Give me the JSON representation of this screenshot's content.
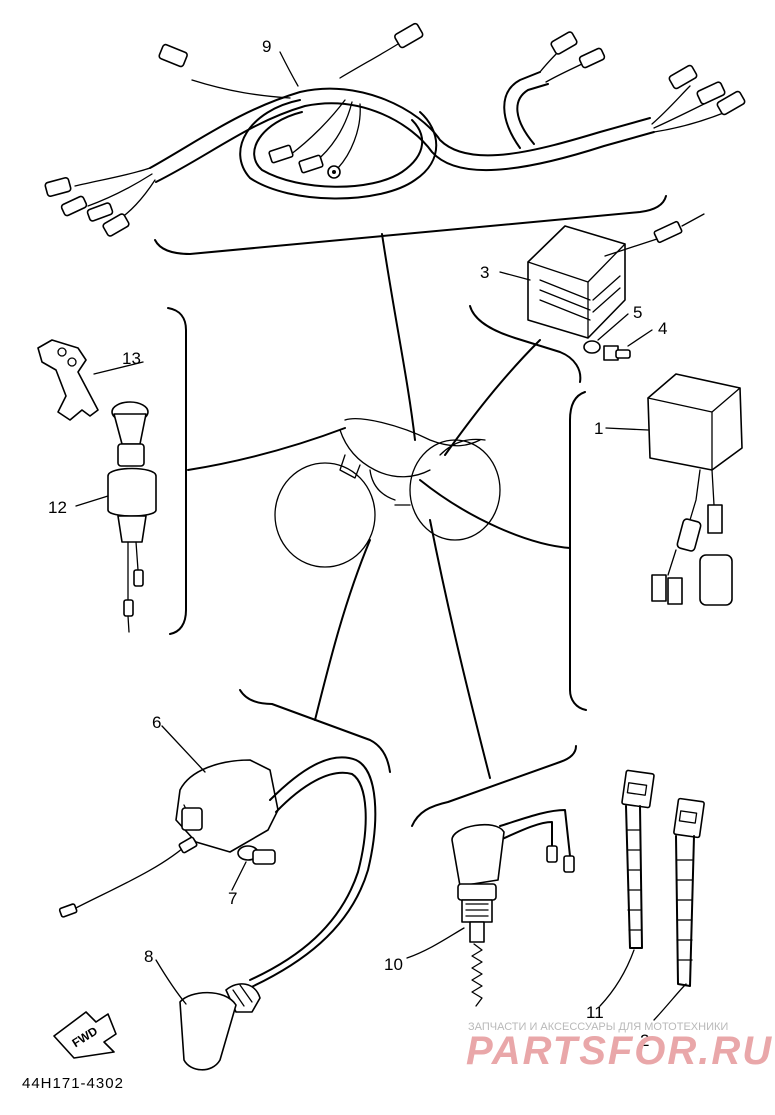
{
  "diagram": {
    "callouts": [
      {
        "id": "callout-1",
        "text": "1"
      },
      {
        "id": "callout-2",
        "text": "2"
      },
      {
        "id": "callout-3",
        "text": "3"
      },
      {
        "id": "callout-4",
        "text": "4"
      },
      {
        "id": "callout-5",
        "text": "5"
      },
      {
        "id": "callout-6",
        "text": "6"
      },
      {
        "id": "callout-7",
        "text": "7"
      },
      {
        "id": "callout-8",
        "text": "8"
      },
      {
        "id": "callout-9",
        "text": "9"
      },
      {
        "id": "callout-10",
        "text": "10"
      },
      {
        "id": "callout-11",
        "text": "11"
      },
      {
        "id": "callout-12",
        "text": "12"
      },
      {
        "id": "callout-13",
        "text": "13"
      }
    ],
    "fwd_label": "FWD",
    "drawing_code": "44H171-4302"
  },
  "watermark": {
    "tagline": "ЗАПЧАСТИ И АКСЕССУАРЫ ДЛЯ МОТОТЕХНИКИ",
    "brand": "PARTSFOR.RU"
  }
}
